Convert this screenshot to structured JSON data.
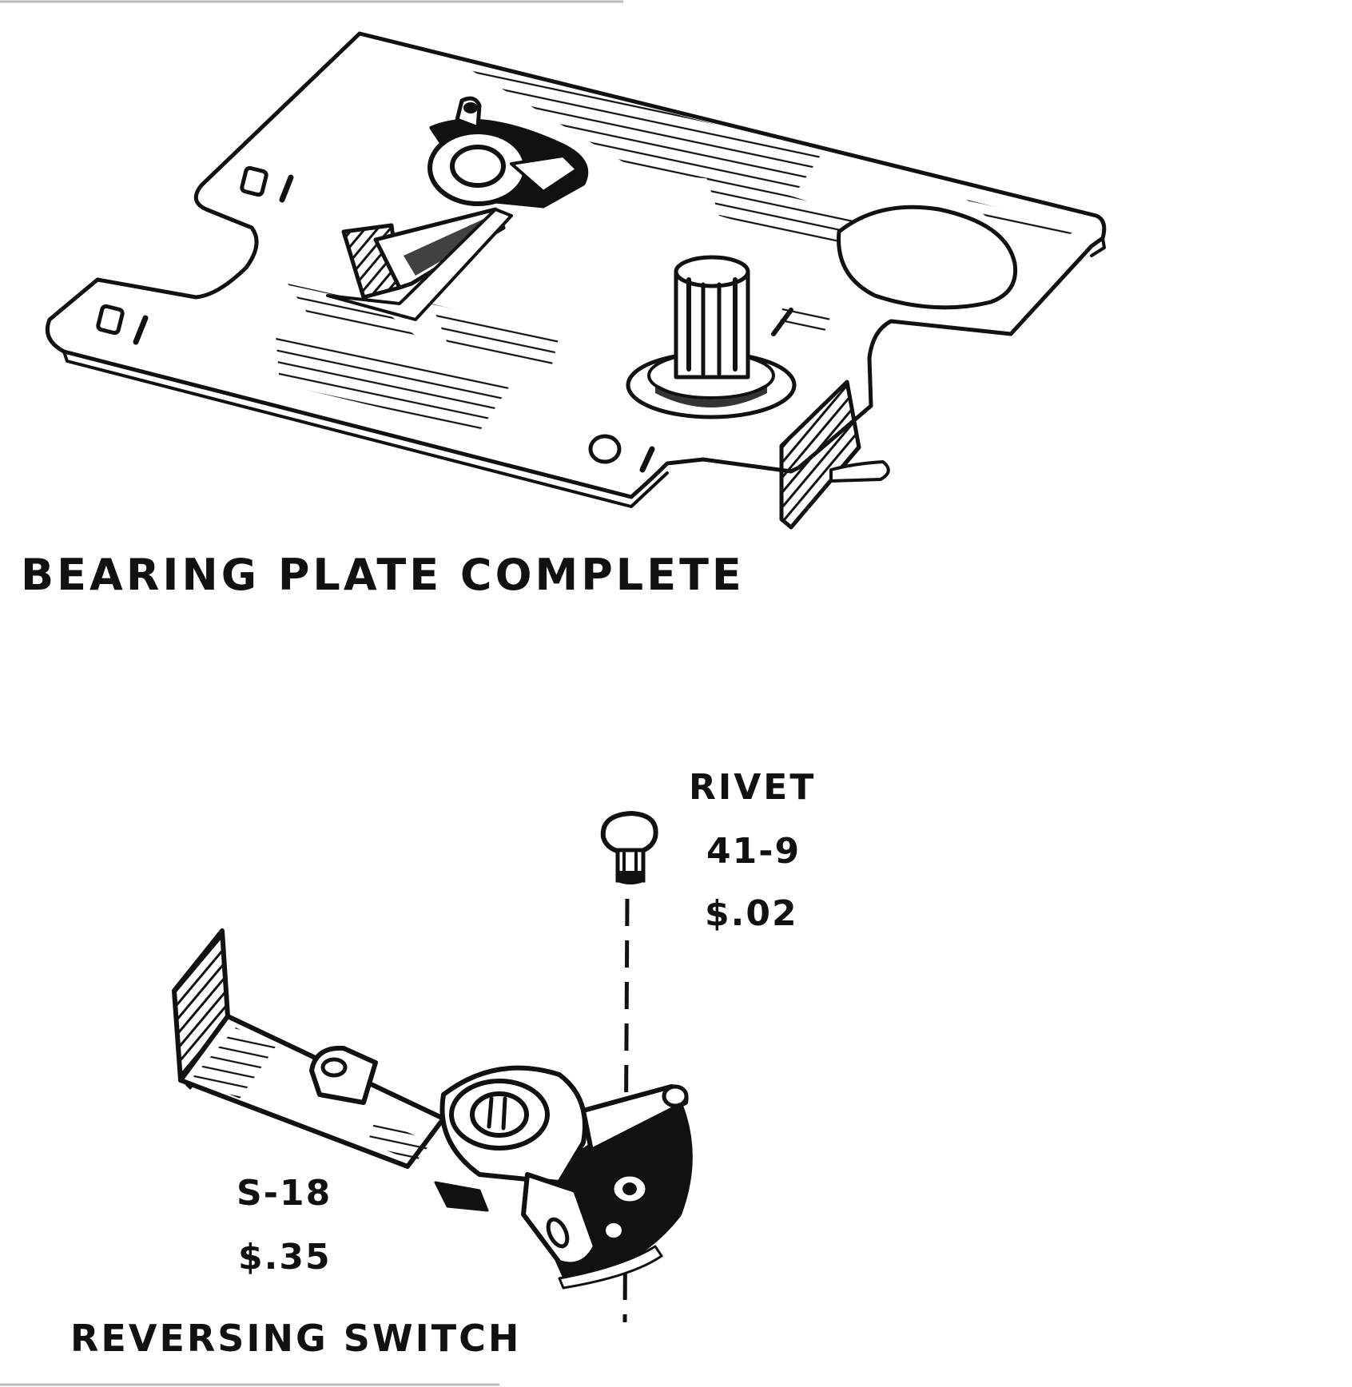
{
  "bearing_plate": {
    "title": "BEARING PLATE COMPLETE"
  },
  "rivet": {
    "name": "RIVET",
    "part_number": "41-9",
    "price": "$.02"
  },
  "reversing_switch": {
    "title": "REVERSING SWITCH",
    "part_number": "S-18",
    "price": "$.35"
  },
  "colors": {
    "ink": "#111111",
    "paper": "#ffffff"
  }
}
